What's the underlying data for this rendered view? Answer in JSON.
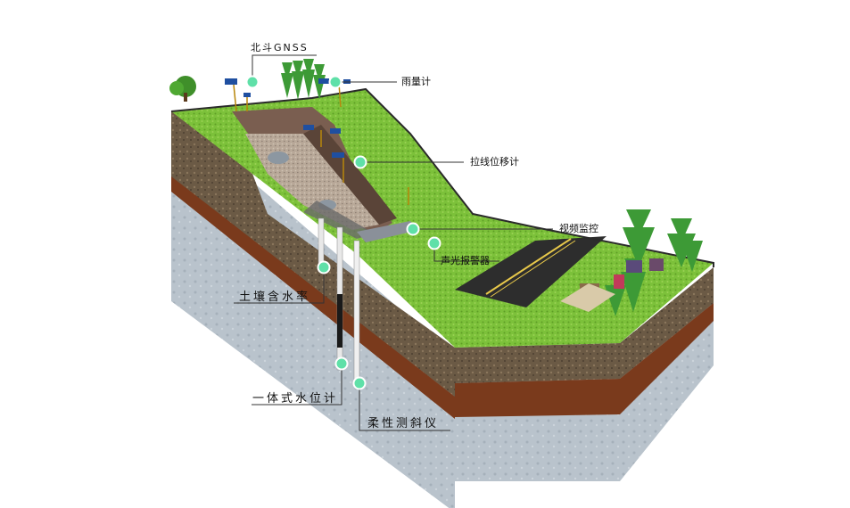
{
  "labels": {
    "gnss": "北斗GNSS",
    "rain_gauge": "雨量计",
    "wire_displacement": "拉线位移计",
    "video_monitor": "视频监控",
    "alarm": "声光报警器",
    "soil_moisture": "土壤含水率",
    "water_level": "一体式水位计",
    "inclinometer": "柔性测斜仪"
  },
  "colors": {
    "marker": "#5fe0a8",
    "grass": "#7cc13a",
    "topsoil": "#6b5a45",
    "clay": "#7a3a1c",
    "bedrock": "#b9c3cc",
    "road": "#2d2d2d",
    "road_line": "#e8c84a"
  },
  "icons": [
    "tree-icon",
    "solar-panel-icon",
    "house-icon",
    "sensor-pole-icon"
  ]
}
